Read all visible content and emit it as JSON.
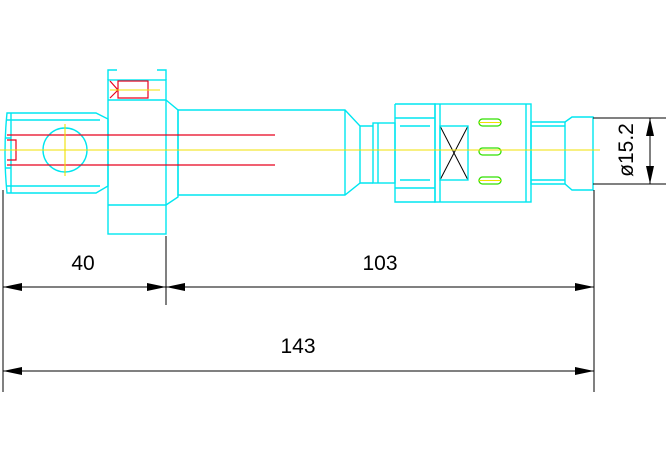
{
  "dimensions": {
    "left_length": "40",
    "right_length": "103",
    "total_length": "143",
    "diameter": "ø15.2"
  },
  "colors": {
    "outline": "#00e6f0",
    "hidden_lines": "#e8001c",
    "center_lines": "#f0e000",
    "slots": "#32e000",
    "dimension_lines": "#000000"
  }
}
